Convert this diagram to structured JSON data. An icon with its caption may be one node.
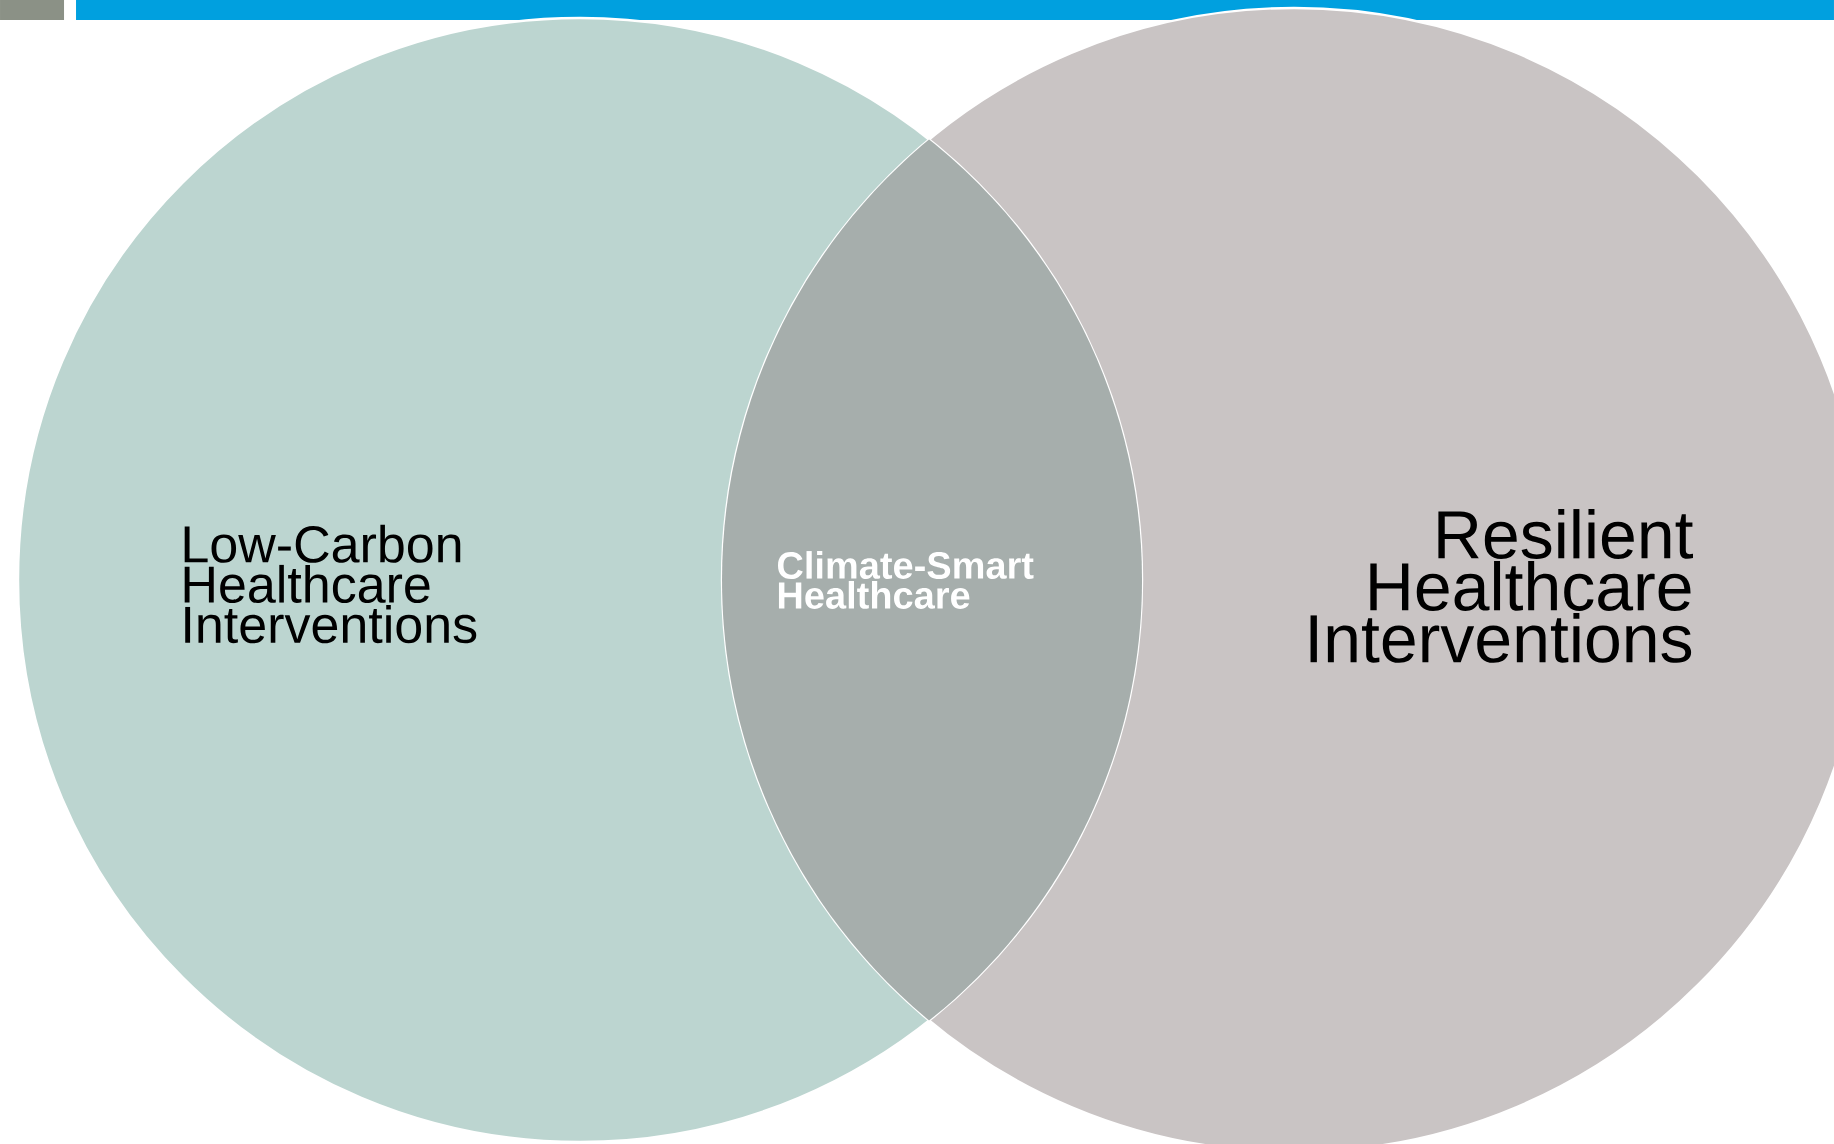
{
  "diagram": {
    "nodes": [
      {
        "text": [
          "Low-Carbon Healthcare Interventions"
        ]
      },
      {
        "text": [
          "Resilient Healthcare Interventions"
        ]
      },
      {
        "text": [
          "Climate-Smart Healthcare"
        ]
      }
    ]
  }
}
